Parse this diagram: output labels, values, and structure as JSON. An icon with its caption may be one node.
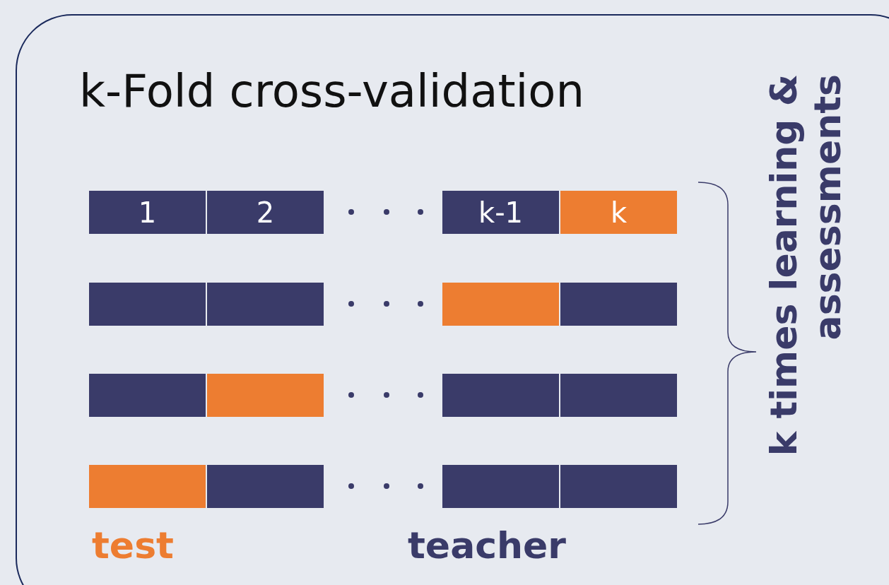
{
  "diagram": {
    "nodes": [
      {
        "text": [
          "k-Fold cross-validation"
        ]
      },
      {
        "text": [
          "1"
        ],
        "in": 0
      },
      {
        "text": [
          "2"
        ],
        "in": 0
      },
      {
        "text": [
          "k-1"
        ],
        "in": 0
      },
      {
        "text": [
          "k"
        ],
        "in": 0
      },
      {
        "text": [],
        "shape": "box",
        "in": 0
      },
      {
        "text": [],
        "shape": "box",
        "in": 0
      },
      {
        "text": [],
        "shape": "box",
        "in": 0
      },
      {
        "text": [],
        "shape": "box",
        "in": 0
      },
      {
        "text": [],
        "shape": "box",
        "in": 0
      },
      {
        "text": [],
        "shape": "box",
        "in": 0
      },
      {
        "text": [],
        "shape": "box",
        "in": 0
      },
      {
        "text": [],
        "shape": "box",
        "in": 0
      },
      {
        "text": [],
        "shape": "box",
        "in": 0
      },
      {
        "text": [],
        "shape": "box",
        "in": 0
      },
      {
        "text": [],
        "shape": "box",
        "in": 0
      },
      {
        "text": [],
        "shape": "box",
        "in": 0
      }
    ],
    "edges": [],
    "labels": [
      "test",
      "teacher",
      "k times learning & assessments"
    ]
  }
}
